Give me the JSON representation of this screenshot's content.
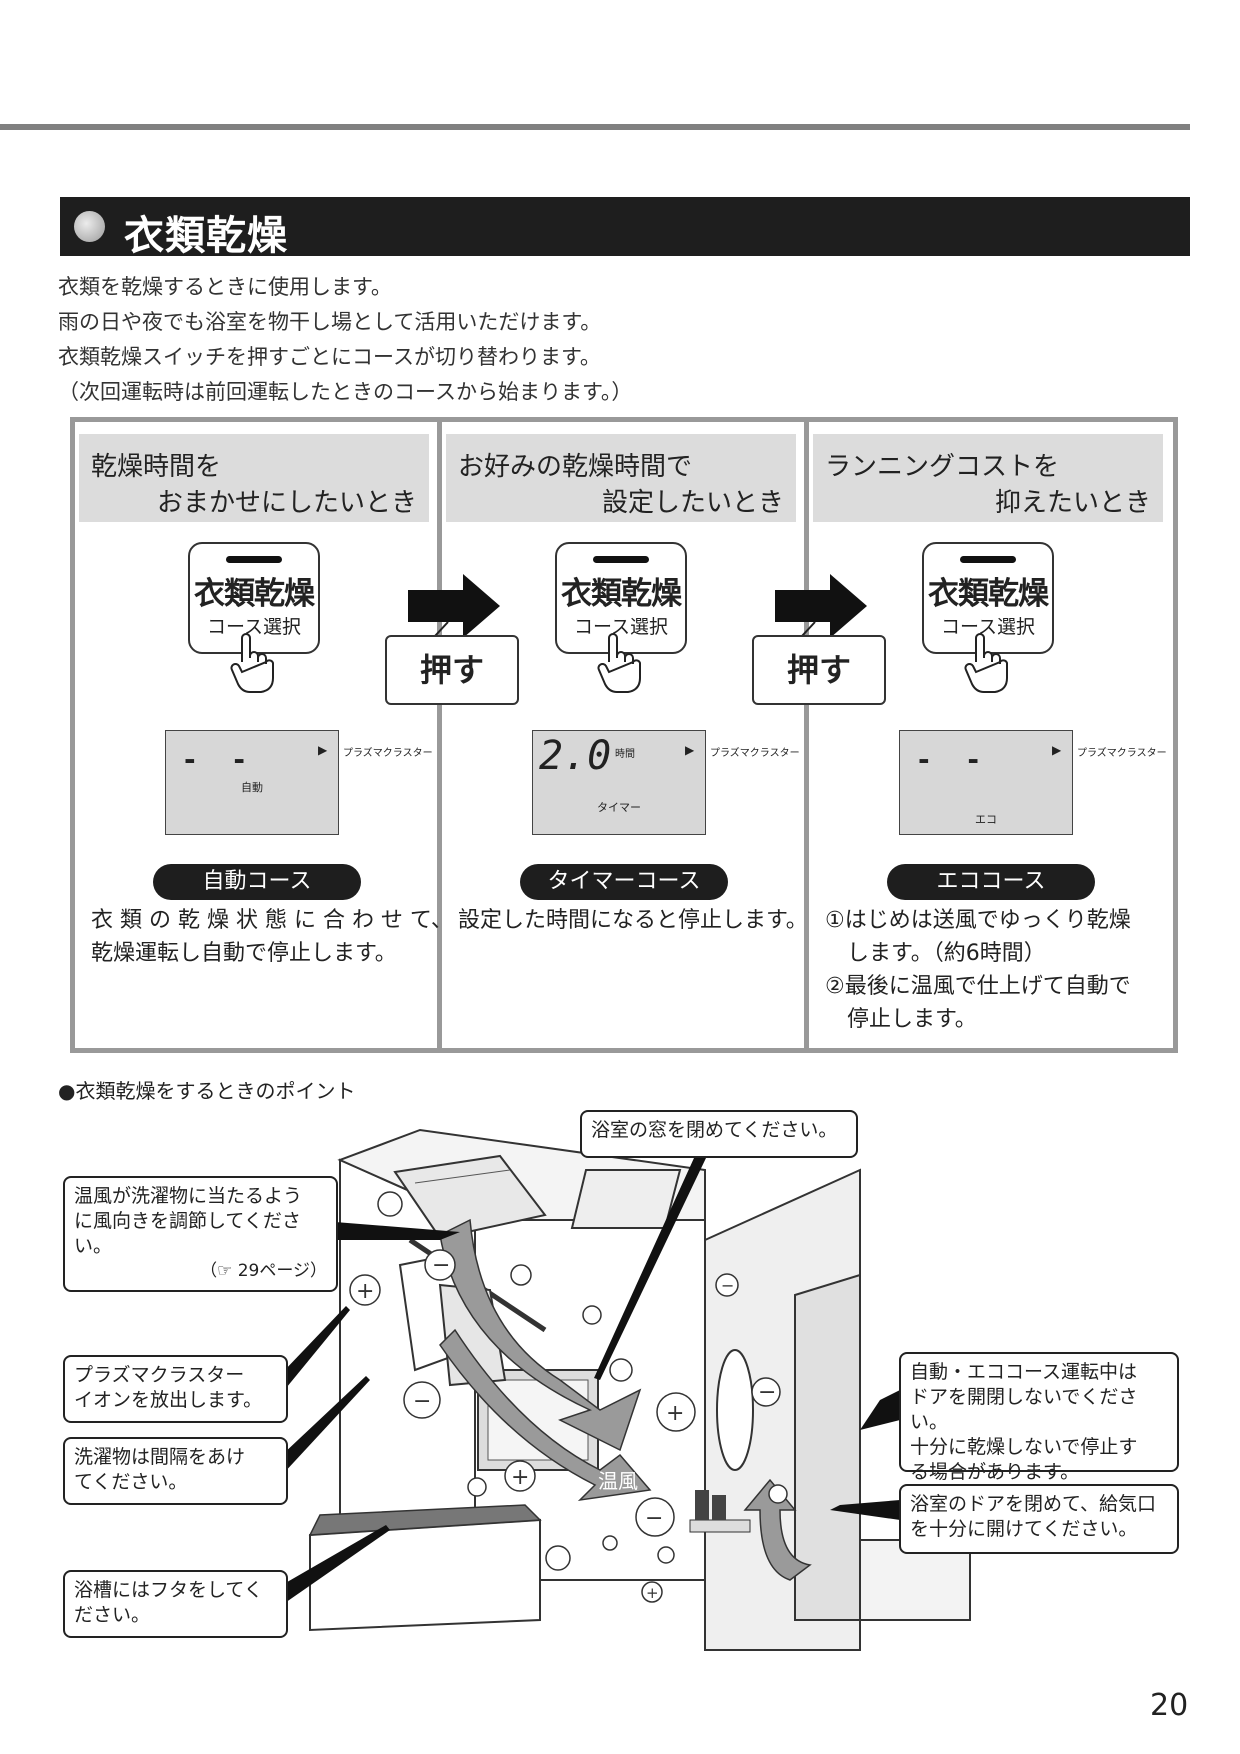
{
  "section": {
    "title": "衣類乾燥",
    "intro": [
      "衣類を乾燥するときに使用します。",
      "雨の日や夜でも浴室を物干し場として活用いただけます。",
      "衣類乾燥スイッチを押すごとにコースが切り替わります。",
      "（次回運転時は前回運転したときのコースから始まります。）"
    ]
  },
  "courses": [
    {
      "header_line1": "乾燥時間を",
      "header_line2": "おまかせにしたいとき",
      "switch_main": "衣類乾燥",
      "switch_sub": "コース選択",
      "lcd_reading": "- -",
      "lcd_unit": "",
      "lcd_mode": "自動",
      "lcd_side": "プラズマクラスター",
      "name": "自動コース",
      "desc": [
        "衣 類 の 乾 燥 状 態 に 合 わ せ て、",
        "乾燥運転し自動で停止します。"
      ]
    },
    {
      "header_line1": "お好みの乾燥時間で",
      "header_line2": "設定したいとき",
      "switch_main": "衣類乾燥",
      "switch_sub": "コース選択",
      "lcd_reading": "2.0",
      "lcd_unit": "時間",
      "lcd_mode": "タイマー",
      "lcd_side": "プラズマクラスター",
      "name": "タイマーコース",
      "desc": [
        "設定した時間になると停止します。"
      ]
    },
    {
      "header_line1": "ランニングコストを",
      "header_line2": "抑えたいとき",
      "switch_main": "衣類乾燥",
      "switch_sub": "コース選択",
      "lcd_reading": "- -",
      "lcd_unit": "",
      "lcd_mode": "エコ",
      "lcd_side": "プラズマクラスター",
      "name": "エココース",
      "desc": [
        "①はじめは送風でゆっくり乾燥",
        "　します。（約6時間）",
        "②最後に温風で仕上げて自動で",
        "　停止します。"
      ]
    }
  ],
  "push_label": "押す",
  "points": {
    "title": "●衣類乾燥をするときのポイント",
    "callouts": {
      "window": "浴室の窓を閉めてください。",
      "airflow_l1": "温風が洗濯物に当たるよう",
      "airflow_l2": "に風向きを調節してくださ",
      "airflow_l3": "い。",
      "airflow_ref": "（☞ 29ページ）",
      "plasma_l1": "プラズマクラスター",
      "plasma_l2": "イオンを放出します。",
      "spacing_l1": "洗濯物は間隔をあけ",
      "spacing_l2": "てください。",
      "tub_l1": "浴槽にはフタをしてく",
      "tub_l2": "ださい。",
      "door_open_l1": "自動・エココース運転中は",
      "door_open_l2": "ドアを開閉しないでください。",
      "door_open_l3": "十分に乾燥しないで停止す",
      "door_open_l4": "る場合があります。",
      "door_close_l1": "浴室のドアを閉めて、給気口",
      "door_close_l2": "を十分に開けてください。"
    },
    "warm_air_label": "温風"
  },
  "page_number": "20"
}
